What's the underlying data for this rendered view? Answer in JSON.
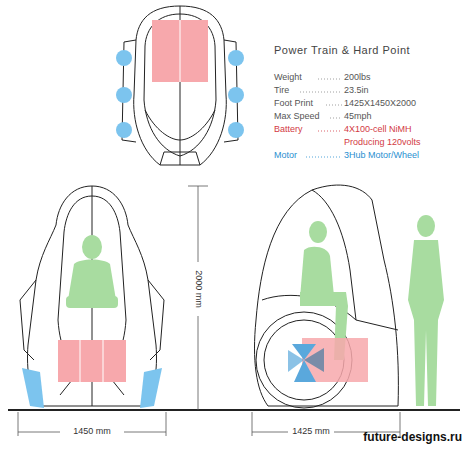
{
  "diagram": {
    "title": "Power Train & Hard Point",
    "labels": [
      "Weight",
      "200lbs",
      "Tire",
      "23.5in",
      "Foot Print",
      "1425X1450X2000",
      "Max Speed",
      "45mph",
      "Battery",
      "4X100-cell NiMH",
      "Producing 120volts",
      "Motor",
      "3Hub Motor/Wheel",
      "2000 mm",
      "1450 mm",
      "1425 mm",
      "future-designs.ru"
    ]
  }
}
